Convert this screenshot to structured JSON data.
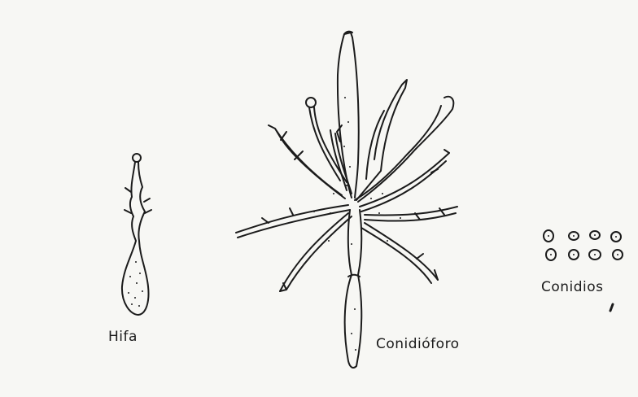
{
  "labels": {
    "hifa": "Hifa",
    "conidioforo": "Conidióforo",
    "conidios": "Conidios"
  },
  "colors": {
    "ink": "#1b1b1b",
    "paper": "#f7f7f4"
  }
}
